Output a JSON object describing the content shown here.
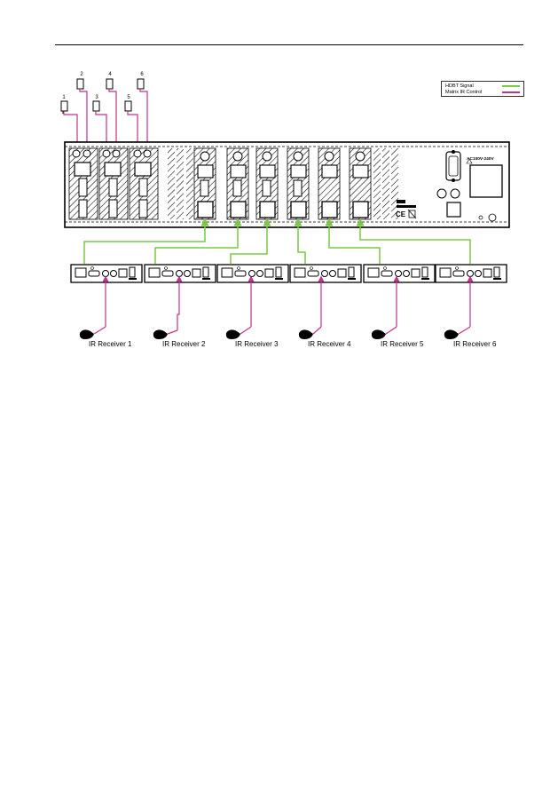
{
  "legend": {
    "items": [
      {
        "label": "HDBT Signal",
        "color": "#7ac943"
      },
      {
        "label": "Matrix IR Control",
        "color": "#c2338c"
      }
    ]
  },
  "emitters": [
    "1",
    "2",
    "3",
    "4",
    "5",
    "6"
  ],
  "power_label": "AC100V-240V",
  "receivers": [
    {
      "label": "IR Receiver 1"
    },
    {
      "label": "IR Receiver 2"
    },
    {
      "label": "IR Receiver 3"
    },
    {
      "label": "IR Receiver 4"
    },
    {
      "label": "IR Receiver 5"
    },
    {
      "label": "IR Receiver 6"
    }
  ],
  "colors": {
    "hdbt": "#7ac943",
    "ir": "#c2338c",
    "device": "#000000"
  }
}
